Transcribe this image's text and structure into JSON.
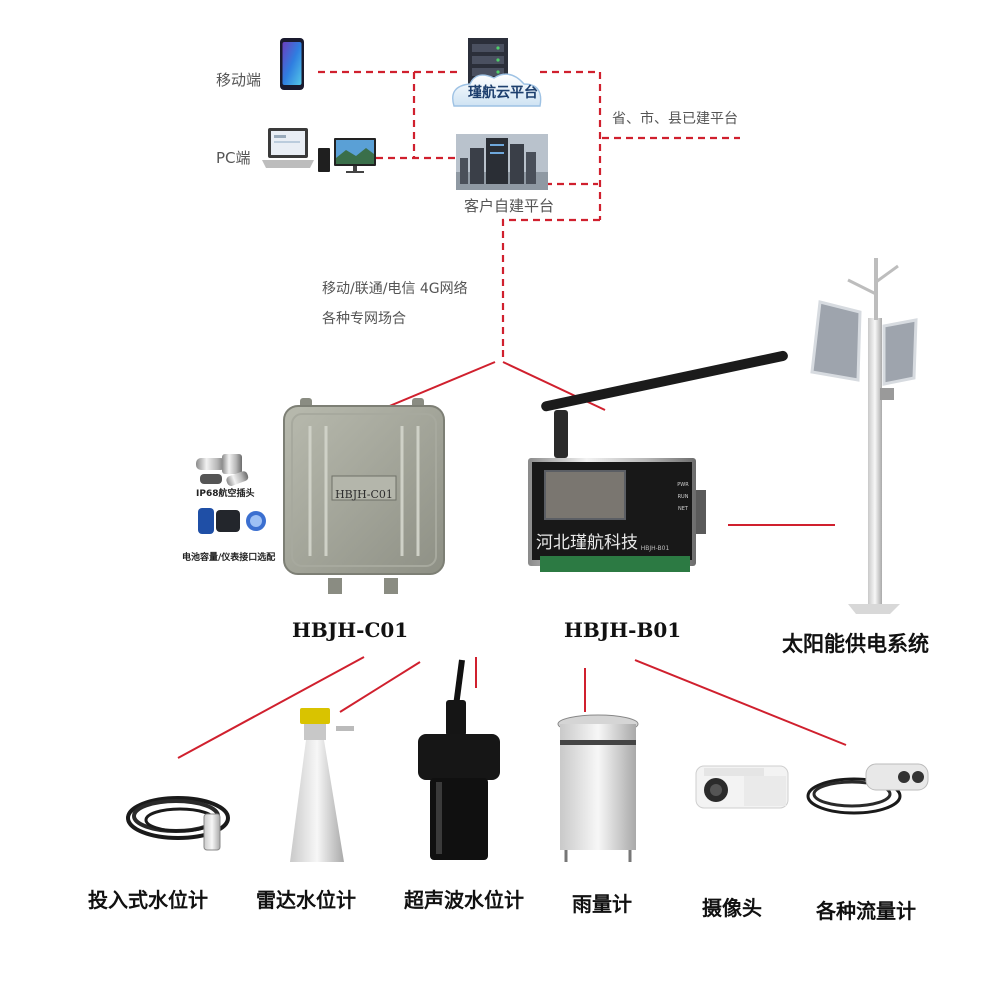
{
  "colors": {
    "link": "#d0202e",
    "device": "#9ea095",
    "screen": "#1c1c1c"
  },
  "clients": {
    "mobile": "移动端",
    "pc": "PC端"
  },
  "platforms": {
    "cloud": "瑾航云平台",
    "self_built": "客户自建平台",
    "government": "省、市、县已建平台"
  },
  "network": {
    "line1": "移动/联通/电信 4G网络",
    "line2": "各种专网场合"
  },
  "accessories": {
    "connector": "IP68航空插头",
    "battery": "电池容量/仪表接口选配"
  },
  "devices": {
    "c01": {
      "model": "HBJH-C01",
      "plate": "HBJH-C01"
    },
    "b01": {
      "model": "HBJH-B01",
      "brand": "河北瑾航科技",
      "sub": "HBJH-B01",
      "leds": [
        "PWR",
        "RUN",
        "NET"
      ]
    }
  },
  "power": "太阳能供电系统",
  "sensors": [
    {
      "name": "投入式水位计"
    },
    {
      "name": "雷达水位计"
    },
    {
      "name": "超声波水位计"
    },
    {
      "name": "雨量计"
    },
    {
      "name": "摄像头"
    },
    {
      "name": "各种流量计"
    }
  ]
}
